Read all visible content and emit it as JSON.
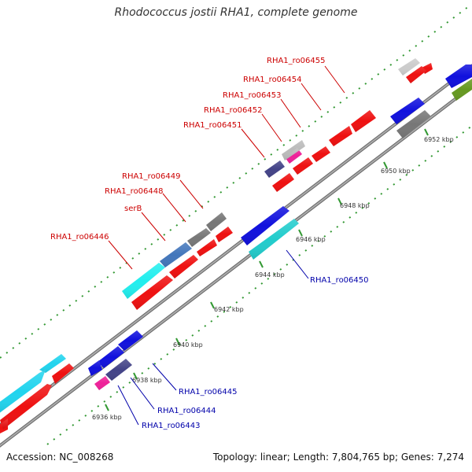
{
  "title": "Rhodococcus jostii RHA1, complete genome",
  "footer": {
    "accession": "Accession: NC_008268",
    "summary": "Topology: linear; Length: 7,804,765 bp; Genes: 7,274"
  },
  "ticks": [
    "6936 kbp",
    "6938 kbp",
    "6940 kbp",
    "6942 kbp",
    "6944 kbp",
    "6946 kbp",
    "6948 kbp",
    "6950 kbp",
    "6952 kbp"
  ],
  "forward_labels": [
    "RHA1_ro06455",
    "RHA1_ro06454",
    "RHA1_ro06453",
    "RHA1_ro06452",
    "RHA1_ro06451",
    "RHA1_ro06449",
    "RHA1_ro06448",
    "serB",
    "RHA1_ro06446"
  ],
  "reverse_labels": [
    "RHA1_ro06450",
    "RHA1_ro06445",
    "RHA1_ro06444",
    "RHA1_ro06443"
  ],
  "colors": {
    "forward_label": "#cc0000",
    "reverse_label": "#0000aa",
    "backbone": "#999999",
    "tick": "#339933",
    "red_gene": "#ee1111",
    "blue_gene": "#1111dd",
    "cyan_gene": "#22e0ee",
    "steel_gene": "#4477aa",
    "gray_gene": "#777777",
    "slate_gene": "#444488",
    "magenta_gene": "#ee2299",
    "olive_gene": "#669922"
  }
}
